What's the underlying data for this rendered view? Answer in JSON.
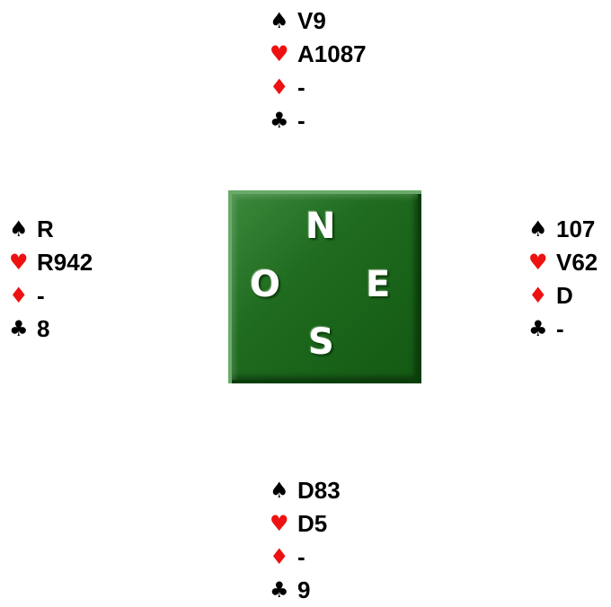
{
  "suits": {
    "spades": {
      "symbol": "♠",
      "color": "#000000"
    },
    "hearts": {
      "symbol": "♥",
      "color": "#ee1111"
    },
    "diamonds": {
      "symbol": "♦",
      "color": "#ee1111"
    },
    "clubs": {
      "symbol": "♣",
      "color": "#000000"
    }
  },
  "hands": {
    "north": {
      "spades": "V9",
      "hearts": "A1087",
      "diamonds": "-",
      "clubs": "-"
    },
    "west": {
      "spades": "R",
      "hearts": "R942",
      "diamonds": "-",
      "clubs": "8"
    },
    "east": {
      "spades": "107",
      "hearts": "V62",
      "diamonds": "D",
      "clubs": "-"
    },
    "south": {
      "spades": "D83",
      "hearts": "D5",
      "diamonds": "-",
      "clubs": "9"
    }
  },
  "compass": {
    "north": "N",
    "west": "O",
    "east": "E",
    "south": "S",
    "background_color": "#1f6b1f"
  }
}
